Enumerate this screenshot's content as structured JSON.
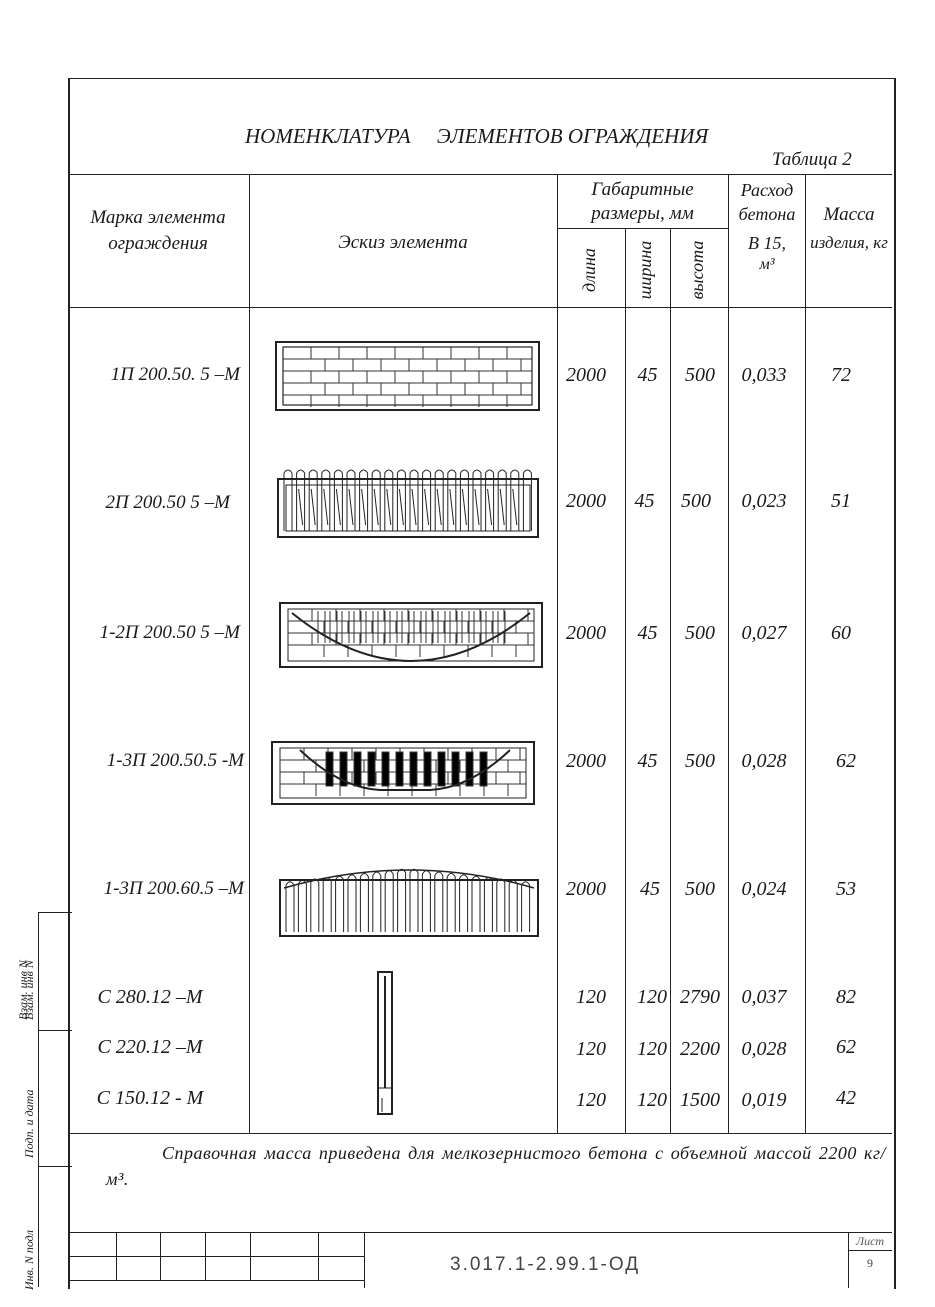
{
  "document": {
    "title": "НОМЕНКЛАТУРА     ЭЛЕМЕНТОВ ОГРАЖДЕНИЯ",
    "table_label": "Таблица 2",
    "headers": {
      "mark": "Марка элемента ограждения",
      "sketch": "Эскиз элемента",
      "dims": "Габаритные размеры, мм",
      "length": "длина",
      "width": "ширина",
      "height": "высота",
      "concrete": "Расход бетона",
      "concrete_class": "В 15,",
      "concrete_unit": "м³",
      "mass": "Масса",
      "mass_unit": "изделия, кг"
    },
    "rows": [
      {
        "mark": "1П 200.50. 5 –М",
        "length": "2000",
        "width": "45",
        "height": "500",
        "concrete": "0,033",
        "mass": "72"
      },
      {
        "mark": "2П 200.50 5 –М",
        "length": "2000",
        "width": "45",
        "height": "500",
        "concrete": "0,023",
        "mass": "51"
      },
      {
        "mark": "1-2П 200.50 5 –М",
        "length": "2000",
        "width": "45",
        "height": "500",
        "concrete": "0,027",
        "mass": "60"
      },
      {
        "mark": "1-3П 200.50.5 -М",
        "length": "2000",
        "width": "45",
        "height": "500",
        "concrete": "0,028",
        "mass": "62"
      },
      {
        "mark": "1-3П 200.60.5 –М",
        "length": "2000",
        "width": "45",
        "height": "500",
        "concrete": "0,024",
        "mass": "53"
      },
      {
        "mark": "С 280.12 –М",
        "length": "120",
        "width": "120",
        "height": "2790",
        "concrete": "0,037",
        "mass": "82"
      },
      {
        "mark": "С 220.12 –М",
        "length": "120",
        "width": "120",
        "height": "2200",
        "concrete": "0,028",
        "mass": "62"
      },
      {
        "mark": "С 150.12 - М",
        "length": "120",
        "width": "120",
        "height": "1500",
        "concrete": "0,019",
        "mass": "42"
      }
    ],
    "note": "Справочная масса приведена для мелкозернистого бетона с объемной массой 2200 кг/м³.",
    "doc_code": "3.017.1-2.99.1-ОД",
    "sheet_label": "Лист",
    "sheet_number": "9",
    "sidebar": {
      "vzam": "Взам. инв N",
      "podp": "Подп. и дата",
      "inv": "Инв. N подл"
    }
  }
}
